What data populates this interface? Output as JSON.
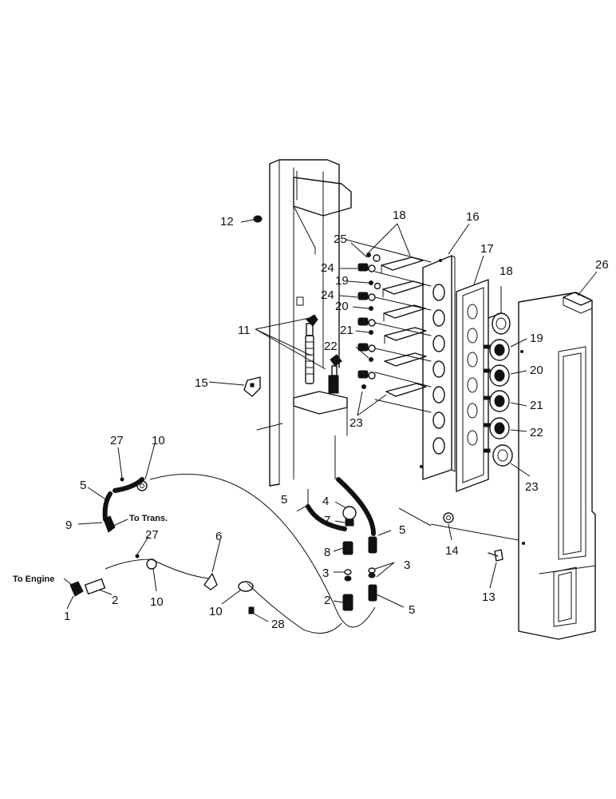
{
  "callouts": {
    "c1": "1",
    "c2a": "2",
    "c2b": "2",
    "c3a": "3",
    "c3b": "3",
    "c4": "4",
    "c5a": "5",
    "c5b": "5",
    "c5c": "5",
    "c5d": "5",
    "c6": "6",
    "c7": "7",
    "c8": "8",
    "c9": "9",
    "c10a": "10",
    "c10b": "10",
    "c10c": "10",
    "c11": "11",
    "c12": "12",
    "c13": "13",
    "c14": "14",
    "c15": "15",
    "c16": "16",
    "c17": "17",
    "c18a": "18",
    "c18b": "18",
    "c19a": "19",
    "c19b": "19",
    "c20a": "20",
    "c20b": "20",
    "c21a": "21",
    "c21b": "21",
    "c22a": "22",
    "c22b": "22",
    "c23a": "23",
    "c23b": "23",
    "c24a": "24",
    "c24b": "24",
    "c25": "25",
    "c26": "26",
    "c27a": "27",
    "c27b": "27",
    "c28": "28"
  },
  "notes": {
    "to_trans": "To Trans.",
    "to_engine": "To Engine"
  }
}
